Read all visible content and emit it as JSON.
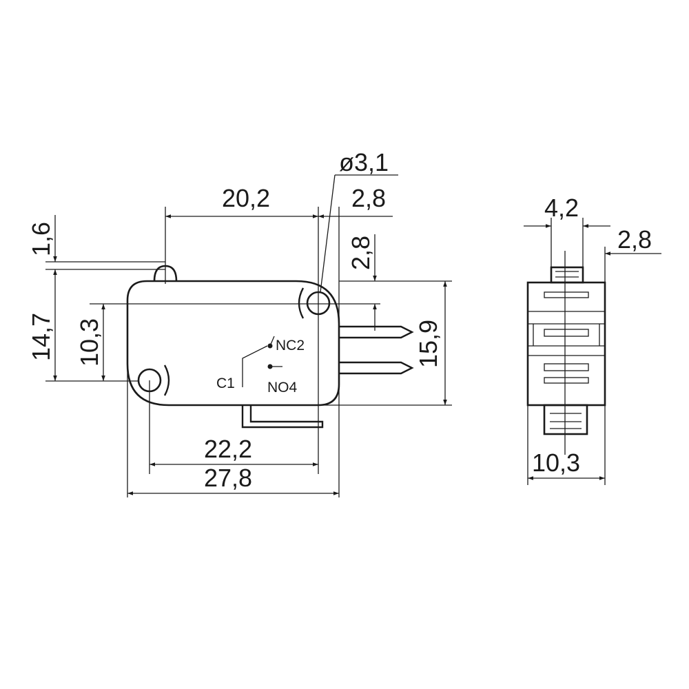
{
  "front_view": {
    "dimensions": {
      "hole_diameter": "ø3,1",
      "width_top": "20,2",
      "offset_right": "2,8",
      "offset_vertical": "2,8",
      "height_total": "14,7",
      "height_mid": "10,3",
      "height_right": "15,9",
      "lever_height": "1,6",
      "width_bottom_inner": "22,2",
      "width_bottom_outer": "27,8"
    },
    "terminal_labels": {
      "c1": "C1",
      "nc2": "NC2",
      "no4": "NO4"
    }
  },
  "side_view": {
    "dimensions": {
      "actuator_width": "4,2",
      "actuator_offset": "2,8",
      "body_width": "10,3"
    }
  },
  "colors": {
    "line": "#1a1a1a",
    "background": "#ffffff"
  }
}
